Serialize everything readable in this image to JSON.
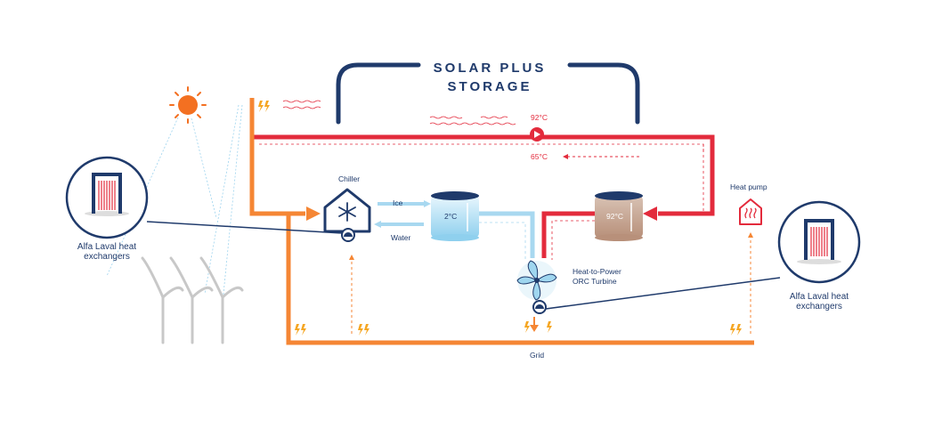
{
  "title": {
    "line1": "SOLAR PLUS",
    "line2": "STORAGE"
  },
  "temps": {
    "hot_line": "92°C",
    "return_line": "65°C"
  },
  "components": {
    "chiller": "Chiller",
    "cold_tank": "2°C",
    "hot_tank": "92°C",
    "heat_pump": "Heat pump",
    "orc_line1": "Heat-to-Power",
    "orc_line2": "ORC Turbine",
    "grid": "Grid"
  },
  "flows": {
    "ice": "Ice",
    "water": "Water"
  },
  "heat_exchangers": {
    "left_line1": "Alfa Laval heat",
    "left_line2": "exchangers",
    "right_line1": "Alfa Laval heat",
    "right_line2": "exchangers"
  },
  "colors": {
    "navy": "#1f3a6b",
    "hot_red": "#e32b3c",
    "grid_orange": "#f58634",
    "ice_blue": "#a8d8f0",
    "sun_orange": "#f37021",
    "turbine_grey": "#c8c8c8"
  }
}
